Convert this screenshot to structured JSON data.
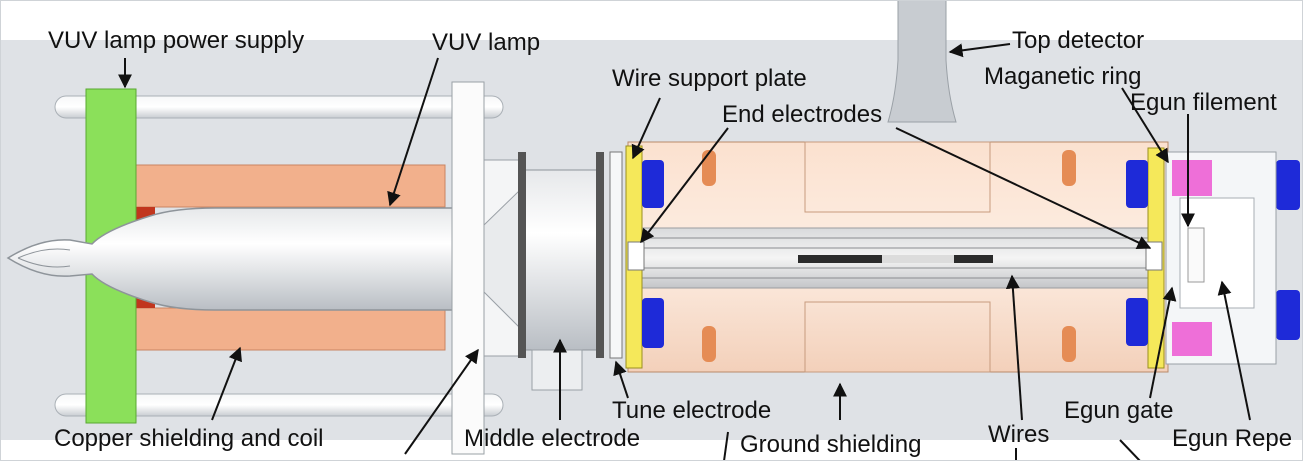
{
  "labels": {
    "vuv_power": "VUV lamp power supply",
    "vuv_lamp": "VUV lamp",
    "top_detector": "Top detector",
    "magnetic_ring": "Maganetic ring",
    "wire_plate": "Wire support plate",
    "egun_filament": "Egun filement",
    "end_electrodes": "End electrodes",
    "copper_shielding": "Copper shielding and coil",
    "middle_electrode": "Middle electrode",
    "tune_electrode": "Tune electrode",
    "ground_shielding": "Ground shielding",
    "wires": "Wires",
    "egun_gate": "Egun gate",
    "egun_repeller": "Egun Repe"
  },
  "colors": {
    "background": "#dfe2e6",
    "copper": "#f2b08c",
    "power_supply": "#8be05a",
    "chamber": "#fce5d6",
    "electrode_yellow": "#f5e85a",
    "knob_blue": "#1e2ad8",
    "magnet_pink": "#ee6fd8",
    "rod": "#e9ecef"
  }
}
